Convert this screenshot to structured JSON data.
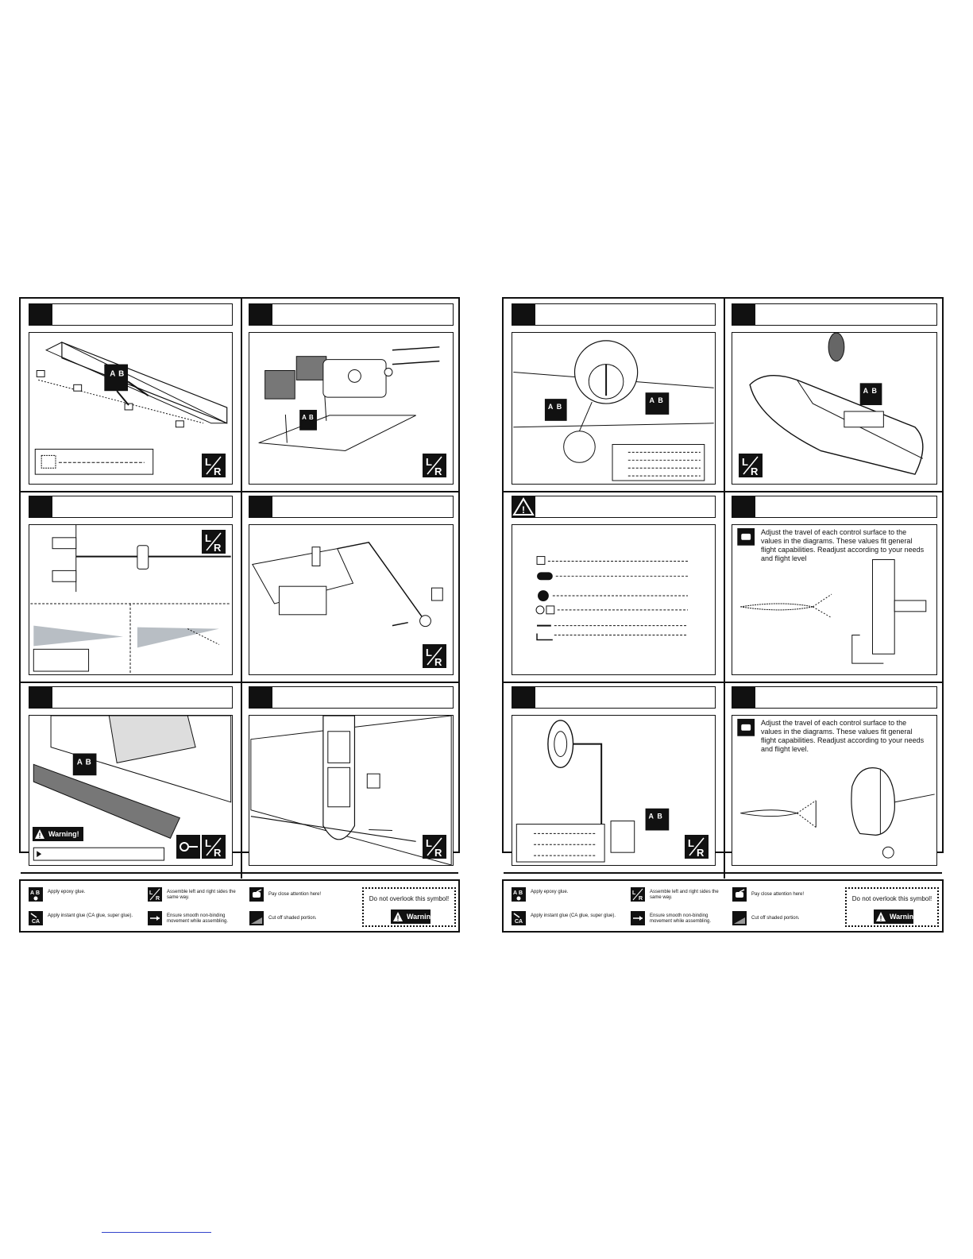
{
  "pages": {
    "left": {
      "legend": {
        "epoxy": "Apply epoxy glue.",
        "ca": "Apply instant glue (CA glue, super glue).",
        "same_way": "Assemble left and right sides the same way.",
        "smooth": "Ensure smooth non-binding movement while assembling.",
        "attention": "Pay close attention here!",
        "cut": "Cut off shaded portion.",
        "overlook": "Do not overlook this symbol!",
        "warning": "Warning!"
      },
      "warning_label": "Warning!"
    },
    "right": {
      "legend": {
        "epoxy": "Apply epoxy glue.",
        "ca": "Apply instant glue (CA glue, super glue).",
        "same_way": "Assemble left and right sides the same way.",
        "smooth": "Ensure smooth non-binding movement while assembling.",
        "attention": "Pay close attention here!",
        "cut": "Cut off shaded portion.",
        "overlook": "Do not overlook this symbol!",
        "warning": "Warning!"
      },
      "note1": "Adjust the travel of each control surface to the values in the diagrams. These values fit general flight capabilities. Readjust according to your needs and flight level",
      "note2": "Adjust the travel of each control surface to the values in the diagrams. These values fit general flight capabilities. Readjust according to your needs and flight level."
    }
  },
  "icons": {
    "lr": "lr-icon",
    "ab": "ab-glue-icon",
    "warning": "warning-triangle-icon",
    "hand": "pointing-hand-icon"
  },
  "colors": {
    "ink": "#111111",
    "shade": "#b8bec4",
    "link": "#3344cc"
  }
}
